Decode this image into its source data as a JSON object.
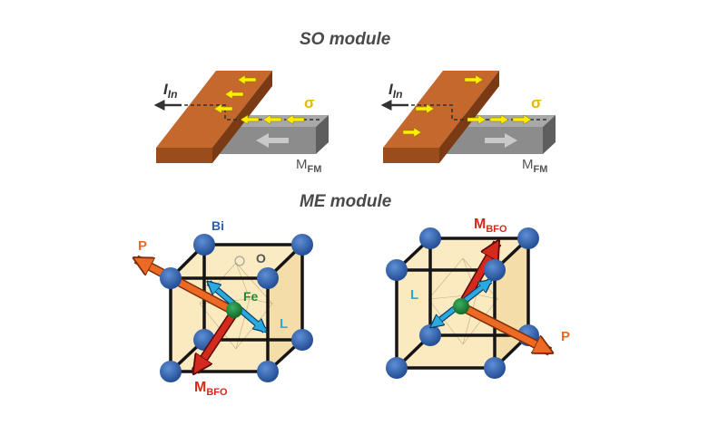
{
  "so_module": {
    "title": "SO module",
    "panels": [
      {
        "current_label": "I",
        "current_sub": "In",
        "spin_label": "σ",
        "mag_label": "M",
        "mag_sub": "FM",
        "magnetization_direction": "left"
      },
      {
        "current_label": "I",
        "current_sub": "In",
        "spin_label": "σ",
        "mag_label": "M",
        "mag_sub": "FM",
        "magnetization_direction": "right"
      }
    ]
  },
  "me_module": {
    "title": "ME module",
    "panels": [
      {
        "bi_label": "Bi",
        "o_label": "O",
        "fe_label": "Fe",
        "p_label": "P",
        "l_label": "L",
        "m_label": "M",
        "m_sub": "BFO"
      },
      {
        "l_label": "L",
        "p_label": "P",
        "m_label": "M",
        "m_sub": "BFO"
      }
    ]
  },
  "colors": {
    "copper": "#c4682d",
    "ferromagnet": "#8c8c8c",
    "spin_arrow": "#ffee00",
    "bi_atom": "#2d5fae",
    "fe_atom": "#1f8a3a",
    "polarization": "#ec6a23",
    "magnetization": "#d42a1e",
    "antiferro_vector": "#2aa8e0",
    "cell_fill": "#fbe9bd"
  }
}
